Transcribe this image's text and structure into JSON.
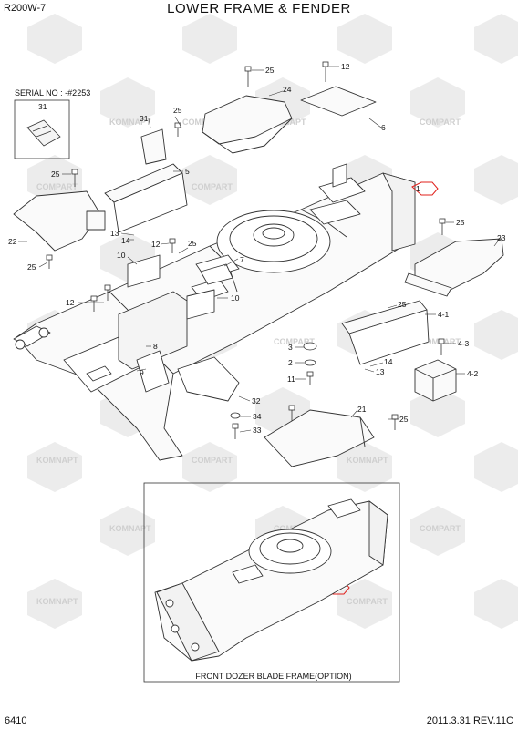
{
  "header": {
    "model": "R200W-7",
    "title": "LOWER FRAME & FENDER"
  },
  "serial_note": "SERIAL NO : -#2253",
  "callouts": [
    "25",
    "12",
    "24",
    "31",
    "6",
    "25",
    "31",
    "5",
    "25",
    "1",
    "25",
    "22",
    "13",
    "14",
    "12",
    "25",
    "23",
    "10",
    "25",
    "7",
    "10",
    "12",
    "25",
    "4-1",
    "8",
    "3",
    "4-3",
    "2",
    "14",
    "13",
    "9",
    "11",
    "4-2",
    "32",
    "21",
    "34",
    "25",
    "33",
    "1"
  ],
  "option_caption": "FRONT DOZER BLADE FRAME(OPTION)",
  "footer": {
    "page_number": "6410",
    "revision": "2011.3.31 REV.11C"
  },
  "watermarks": [
    "KOMNAPT",
    "COMPART"
  ],
  "colors": {
    "line": "#333333",
    "watermark": "#d9d9d9",
    "highlight": "#e0201b"
  }
}
